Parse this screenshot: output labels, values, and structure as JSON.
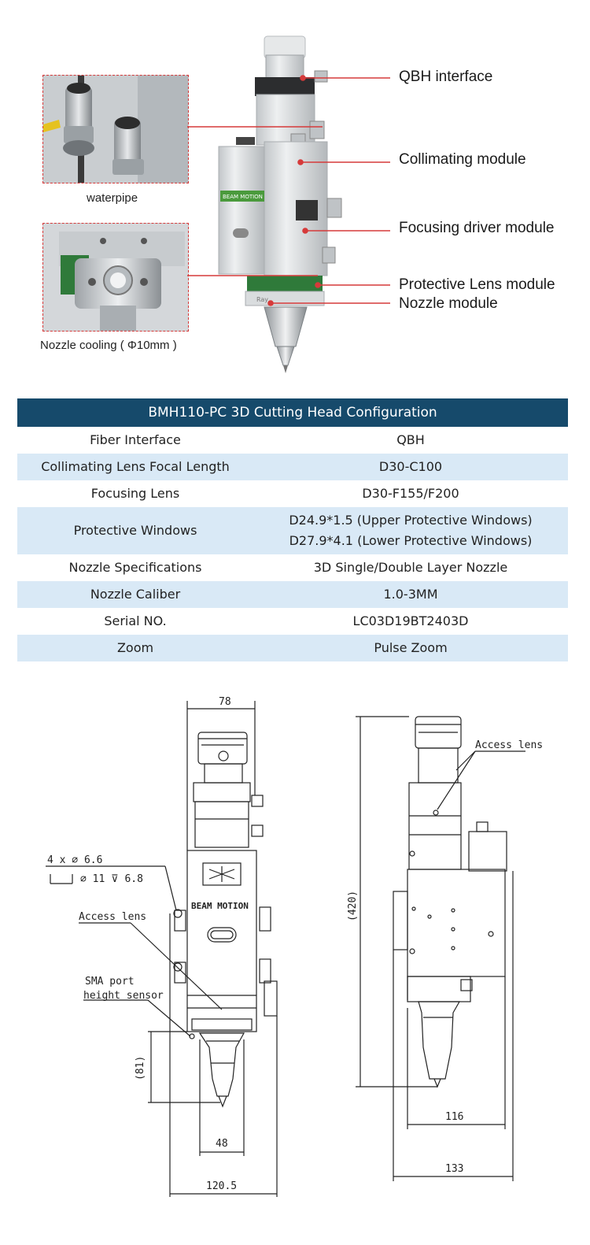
{
  "callouts": {
    "qbh": "QBH interface",
    "collimating": "Collimating module",
    "focusing": "Focusing driver module",
    "protective": "Protective Lens module",
    "nozzle": "Nozzle module"
  },
  "captions": {
    "waterpipe": "waterpipe",
    "nozzle_cooling": "Nozzle cooling ( Φ10mm )"
  },
  "product_labels": {
    "brand": "BEAM MOTION",
    "maker": "Ray"
  },
  "table": {
    "title": "BMH110-PC 3D Cutting Head Configuration",
    "rows": [
      {
        "label": "Fiber Interface",
        "value": "QBH"
      },
      {
        "label": "Collimating Lens Focal Length",
        "value": "D30-C100"
      },
      {
        "label": "Focusing Lens",
        "value": "D30-F155/F200"
      },
      {
        "label": "Protective Windows",
        "value": "D24.9*1.5 (Upper Protective Windows)",
        "value2": "D27.9*4.1 (Lower Protective Windows)"
      },
      {
        "label": "Nozzle Specifications",
        "value": "3D Single/Double Layer Nozzle"
      },
      {
        "label": "Nozzle Caliber",
        "value": "1.0-3MM"
      },
      {
        "label": "Serial NO.",
        "value": "LC03D19BT2403D"
      },
      {
        "label": "Zoom",
        "value": "Pulse Zoom"
      }
    ]
  },
  "drawing": {
    "dim_top_width": "78",
    "hole_spec_1": "4 x ∅ 6.6",
    "hole_spec_2": "∅ 11  ⊽ 6.8",
    "access_lens_left": "Access lens",
    "sma_port": "SMA port",
    "height_sensor": "height sensor",
    "brand": "BEAM MOTION",
    "dim_81": "(81)",
    "dim_48": "48",
    "dim_120_5": "120.5",
    "access_lens_right": "Access lens",
    "dim_420": "(420)",
    "dim_116": "116",
    "dim_133": "133"
  },
  "colors": {
    "callout_line": "#d63a3a",
    "table_header": "#164a6b",
    "table_alt_row": "#d9e9f6",
    "brand_green": "#4a9a3c"
  }
}
